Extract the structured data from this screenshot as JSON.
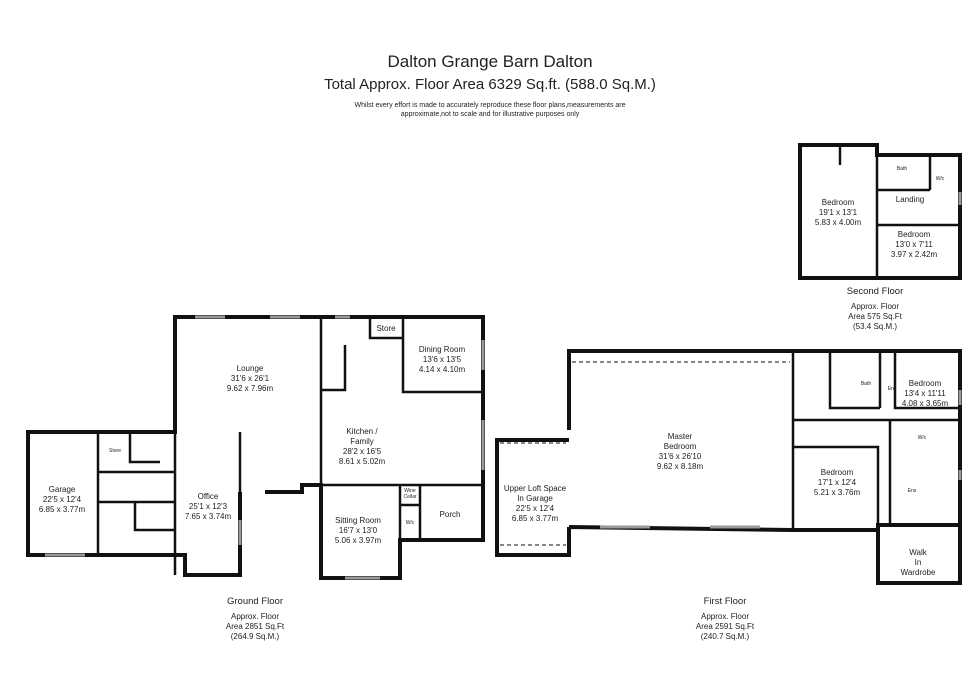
{
  "header": {
    "title": "Dalton Grange Barn Dalton",
    "total_area": "Total Approx. Floor Area 6329 Sq.ft. (588.0 Sq.M.)",
    "disclaimer_line1": "Whilst every effort is made to accurately reproduce these floor plans,measurements are",
    "disclaimer_line2": "approximate,not to scale and for illustrative purposes only"
  },
  "ground_floor": {
    "name": "Ground Floor",
    "area_line1": "Approx. Floor",
    "area_line2": "Area 2851 Sq.Ft",
    "area_line3": "(264.9 Sq.M.)",
    "rooms": [
      {
        "name": "Garage",
        "imperial": "22'5 x 12'4",
        "metric": "6.85 x 3.77m"
      },
      {
        "name": "Store"
      },
      {
        "name": "Office",
        "imperial": "25'1 x 12'3",
        "metric": "7.65 x 3.74m"
      },
      {
        "name": "Lounge",
        "imperial": "31'6 x 26'1",
        "metric": "9.62 x 7.96m"
      },
      {
        "name": "Store"
      },
      {
        "name": "Dining Room",
        "imperial": "13'6 x 13'5",
        "metric": "4.14 x 4.10m"
      },
      {
        "name": "Kitchen /",
        "name2": "Family",
        "imperial": "28'2 x 16'5",
        "metric": "8.61 x 5.02m"
      },
      {
        "name": "Sitting Room",
        "imperial": "16'7 x 13'0",
        "metric": "5.06 x 3.97m"
      },
      {
        "name": "Wine",
        "name2": "Cellar"
      },
      {
        "name": "W/c"
      },
      {
        "name": "Porch"
      }
    ]
  },
  "first_floor": {
    "name": "First Floor",
    "area_line1": "Approx. Floor",
    "area_line2": "Area 2591 Sq.Ft",
    "area_line3": "(240.7 Sq.M.)",
    "rooms": [
      {
        "name": "Master",
        "name2": "Bedroom",
        "imperial": "31'6 x 26'10",
        "metric": "9.62 x 8.18m"
      },
      {
        "name": "Upper Loft Space",
        "name2": "In Garage",
        "imperial": "22'5 x 12'4",
        "metric": "6.85 x 3.77m"
      },
      {
        "name": "Bedroom",
        "imperial": "17'1 x 12'4",
        "metric": "5.21 x 3.76m"
      },
      {
        "name": "Bedroom",
        "imperial": "13'4 x 11'11",
        "metric": "4.08 x 3.65m"
      },
      {
        "name": "Walk",
        "name2": "In",
        "name3": "Wardrobe"
      },
      {
        "name": "Bath"
      },
      {
        "name": "Ens"
      },
      {
        "name": "W/c"
      },
      {
        "name": "Ens"
      }
    ]
  },
  "second_floor": {
    "name": "Second Floor",
    "area_line1": "Approx. Floor",
    "area_line2": "Area 575 Sq.Ft",
    "area_line3": "(53.4 Sq.M.)",
    "rooms": [
      {
        "name": "Bedroom",
        "imperial": "19'1 x 13'1",
        "metric": "5.83 x 4.00m"
      },
      {
        "name": "Landing"
      },
      {
        "name": "Bedroom",
        "imperial": "13'0 x 7'11",
        "metric": "3.97 x 2.42m"
      },
      {
        "name": "Bath"
      },
      {
        "name": "W/c"
      }
    ]
  },
  "colors": {
    "wall": "#111111",
    "window": "#9a9a9a",
    "background": "#ffffff"
  }
}
